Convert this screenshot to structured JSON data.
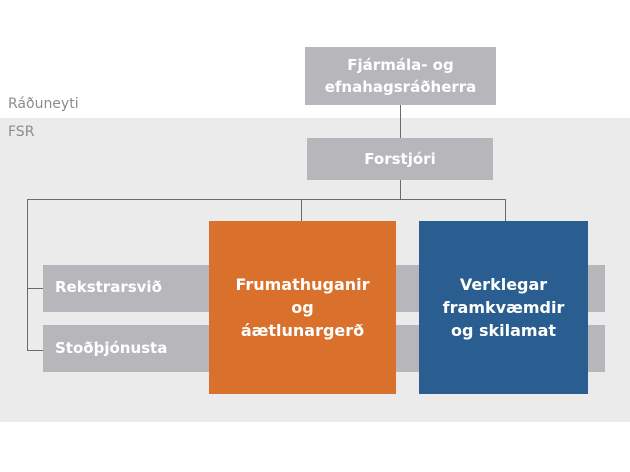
{
  "region": {
    "radun_label": "Ráðuneyti",
    "fsr_label": "FSR"
  },
  "minister": {
    "line1": "Fjármála- og",
    "line2": "efnahagsráðherra"
  },
  "director": {
    "label": "Forstjóri"
  },
  "divisions": [
    {
      "label": "Rekstrarsvið"
    },
    {
      "label": "Stoðþjónusta"
    }
  ],
  "units": [
    {
      "lines": [
        "Frumathuganir",
        "og",
        "áætlunargerð"
      ],
      "color": "#d9702b"
    },
    {
      "lines": [
        "Verklegar",
        "framkvæmdir",
        "og skilamat"
      ],
      "color": "#2a5e90"
    }
  ],
  "colors": {
    "gray_box": "#b7b7bb",
    "fsr_background": "#ebebec",
    "connector": "#6b6b6b"
  }
}
